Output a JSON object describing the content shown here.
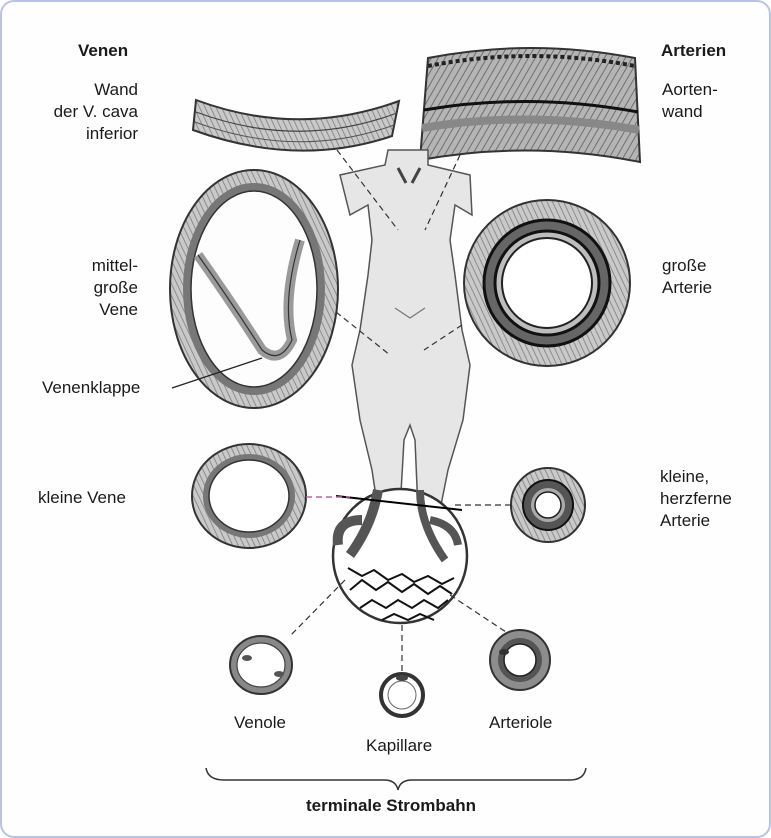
{
  "headers": {
    "veins": "Venen",
    "arteries": "Arterien"
  },
  "labels": {
    "vena_cava_line1": "Wand",
    "vena_cava_line2": "der V. cava",
    "vena_cava_line3": "inferior",
    "aorta_line1": "Aorten-",
    "aorta_line2": "wand",
    "medium_vein_line1": "mittel-",
    "medium_vein_line2": "große",
    "medium_vein_line3": "Vene",
    "large_artery_line1": "große",
    "large_artery_line2": "Arterie",
    "venous_valve": "Venenklappe",
    "small_vein": "kleine Vene",
    "small_artery_line1": "kleine,",
    "small_artery_line2": "herzferne",
    "small_artery_line3": "Arterie",
    "venule": "Venole",
    "capillary": "Kapillare",
    "arteriole": "Arteriole",
    "terminal_bed": "terminale Strombahn"
  },
  "colors": {
    "frame": "#b9c3e6",
    "tissue_dark": "#5a5a5a",
    "tissue_mid": "#9a9a9a",
    "tissue_light": "#d8d8d8",
    "body_fill": "#e6e6e6",
    "leader_pink": "#b06a9a"
  }
}
